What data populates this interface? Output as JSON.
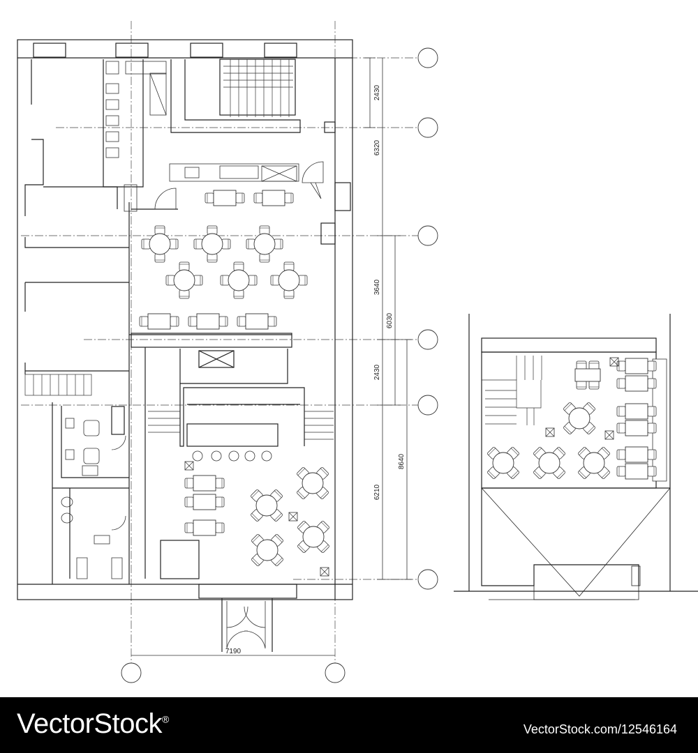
{
  "plan": {
    "dimensions": {
      "vertical_right": [
        "2430",
        "6320",
        "3640",
        "6030",
        "2430",
        "8640",
        "6210"
      ],
      "bottom_width": "7190"
    }
  },
  "footer": {
    "brand": "VectorStock",
    "registered_mark": "®",
    "credit": "VectorStock.com/12546164"
  }
}
